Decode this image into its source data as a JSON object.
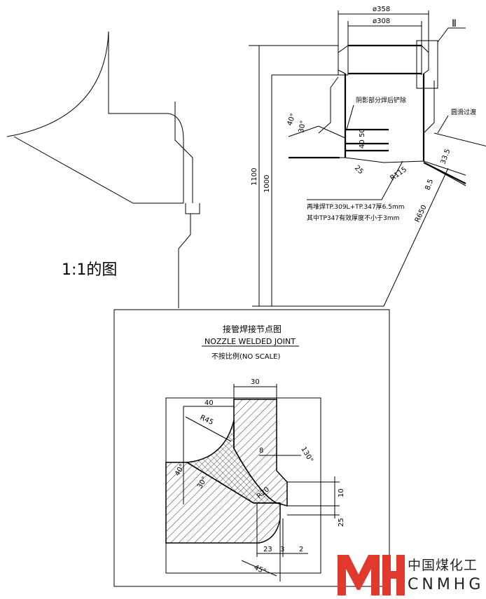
{
  "left_sketch": {
    "scale_label": "1:1的图"
  },
  "main_view": {
    "dim_outer_dia": "ø358",
    "dim_inner_dia": "ø308",
    "detail_ref": "Ⅱ",
    "dim_1100": "1100",
    "dim_1000": "1000",
    "angle_40": "40°",
    "angle_30": "30°",
    "dim_50": "50",
    "dim_40": "40",
    "dim_25": "25",
    "dim_r115": "R115",
    "dim_33_5": "33.5",
    "dim_8_5": "8.5",
    "dim_r650": "R650",
    "note_shadow": "阴影部分焊后铲除",
    "note_smooth": "圆滑过渡",
    "note_line1": "再堆焊TP.309L+TP.347厚6.5mm",
    "note_line2": "其中TP347有效厚度不小于3mm"
  },
  "detail": {
    "title_cn": "接管焊接节点图",
    "title_en": "NOZZLE WELDED JOINT",
    "scale_note": "不按比例(NO SCALE)",
    "dim_30": "30",
    "dim_40": "40",
    "dim_r45": "R45",
    "dim_8": "8",
    "angle_130": "130°",
    "angle_40": "40°",
    "angle_30": "30°",
    "dim_r20": "R20",
    "dim_10": "10",
    "dim_25": "25",
    "dim_23": "23",
    "dim_3": "3",
    "dim_2": "2",
    "angle_45": "45°"
  },
  "logo": {
    "cn": "中国煤化工",
    "en": "CNMHG",
    "color": "#e03a2f"
  }
}
